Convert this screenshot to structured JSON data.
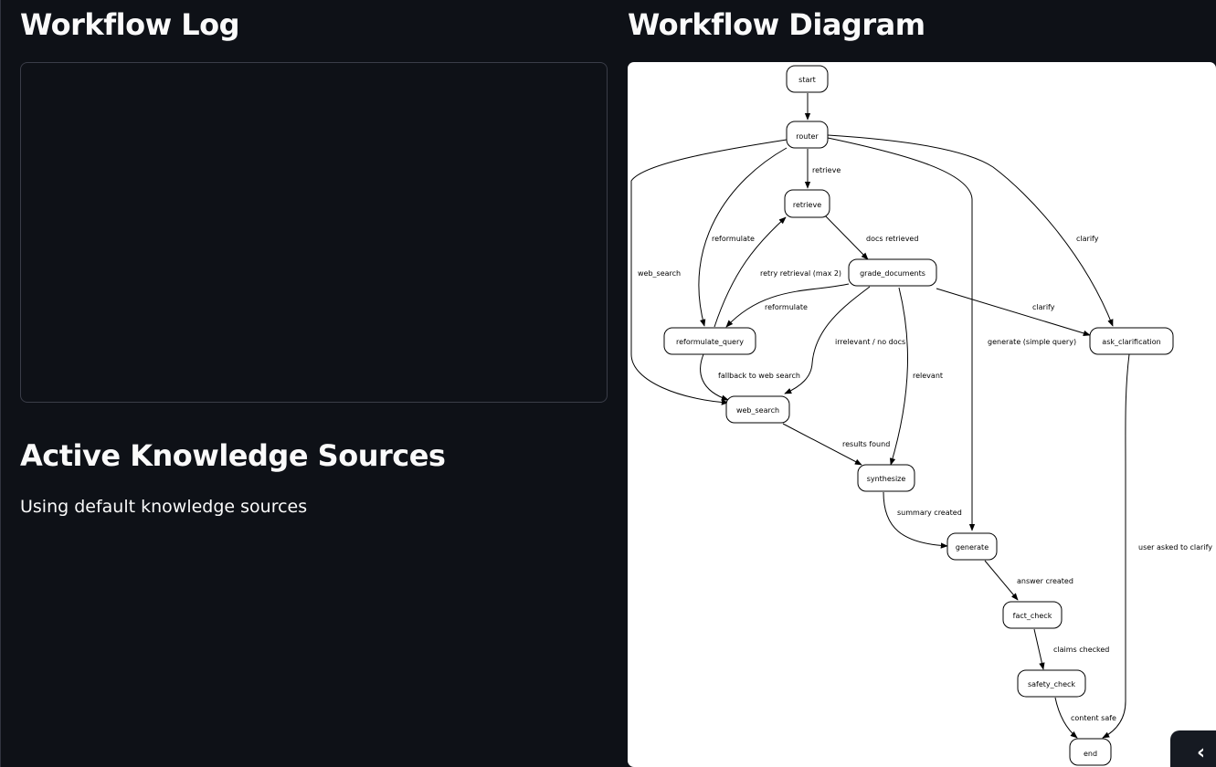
{
  "headings": {
    "workflow_log": "Workflow Log",
    "workflow_diagram": "Workflow Diagram",
    "active_sources": "Active Knowledge Sources"
  },
  "sources": {
    "text": "Using default knowledge sources"
  },
  "diagram": {
    "nodes": {
      "start": "start",
      "router": "router",
      "retrieve": "retrieve",
      "grade_documents": "grade_documents",
      "reformulate_query": "reformulate_query",
      "ask_clarification": "ask_clarification",
      "web_search": "web_search",
      "synthesize": "synthesize",
      "generate": "generate",
      "fact_check": "fact_check",
      "safety_check": "safety_check",
      "end": "end"
    },
    "edge_labels": {
      "retrieve": "retrieve",
      "reformulate": "reformulate",
      "web_search": "web_search",
      "clarify": "clarify",
      "docs_retrieved": "docs retrieved",
      "retry_retrieval": "retry retrieval (max 2)",
      "reformulate2": "reformulate",
      "clarify2": "clarify",
      "irrelevant": "irrelevant / no docs",
      "generate_simple": "generate (simple query)",
      "relevant": "relevant",
      "fallback": "fallback to web search",
      "results_found": "results found",
      "summary_created": "summary created",
      "answer_created": "answer created",
      "claims_checked": "claims checked",
      "content_safe": "content safe",
      "user_asked": "user asked to clarify"
    }
  },
  "collapse": {
    "glyph": "‹"
  }
}
